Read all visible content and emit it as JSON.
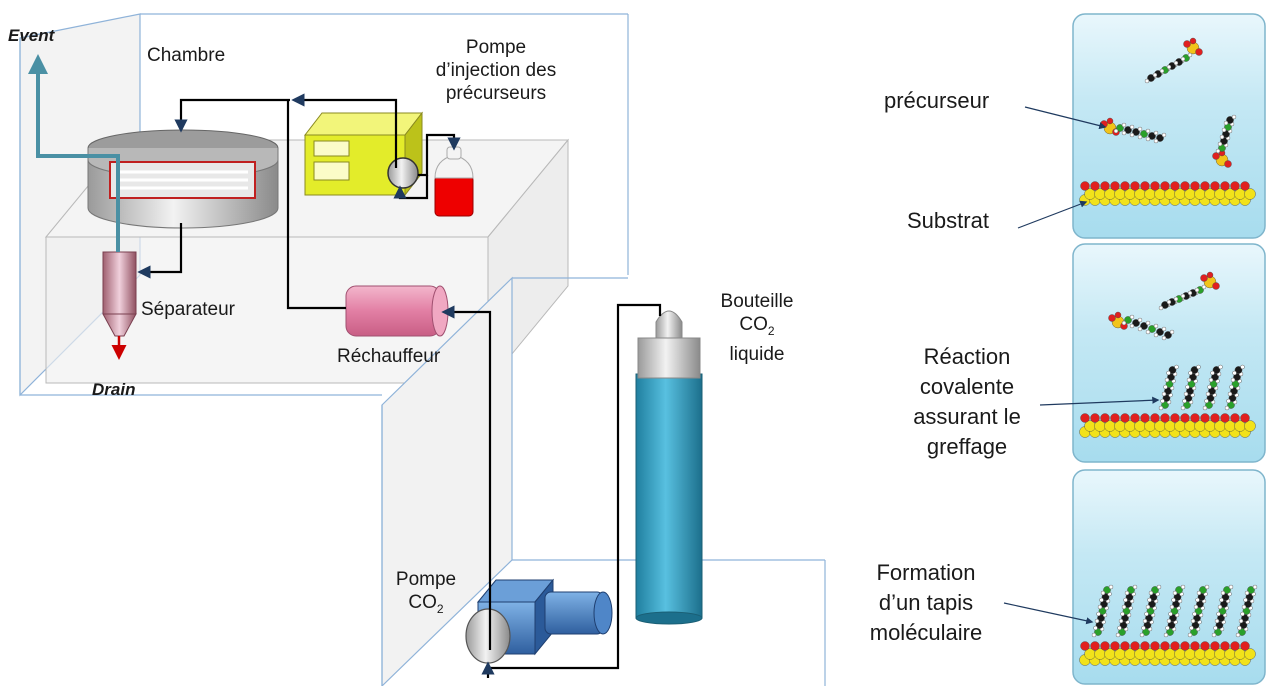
{
  "labels": {
    "event": "Event",
    "drain": "Drain",
    "chambre": "Chambre",
    "pompe_injection": [
      "Pompe",
      "d’injection des",
      "précurseurs"
    ],
    "separateur": "Séparateur",
    "rechauffeur": "Réchauffeur",
    "bouteille": [
      "Bouteille",
      "CO",
      "2",
      "liquide"
    ],
    "pompe_co2": [
      "Pompe",
      "CO",
      "2"
    ]
  },
  "panels": {
    "precurseur": "précurseur",
    "substrat": "Substrat",
    "reaction": [
      "Réaction",
      "covalente",
      "assurant le",
      "greffage"
    ],
    "formation": [
      "Formation",
      "d’un tapis",
      "moléculaire"
    ]
  },
  "colors": {
    "event_line": "#4a90a4",
    "drain_arrow": "#cc0000",
    "panel_bg": "#bfe6f3",
    "cylinder": "#3aa6c8",
    "injector_pump": "#e3ec2a",
    "heater": "#e98fb0",
    "co2_pump": "#3f7fc4"
  }
}
